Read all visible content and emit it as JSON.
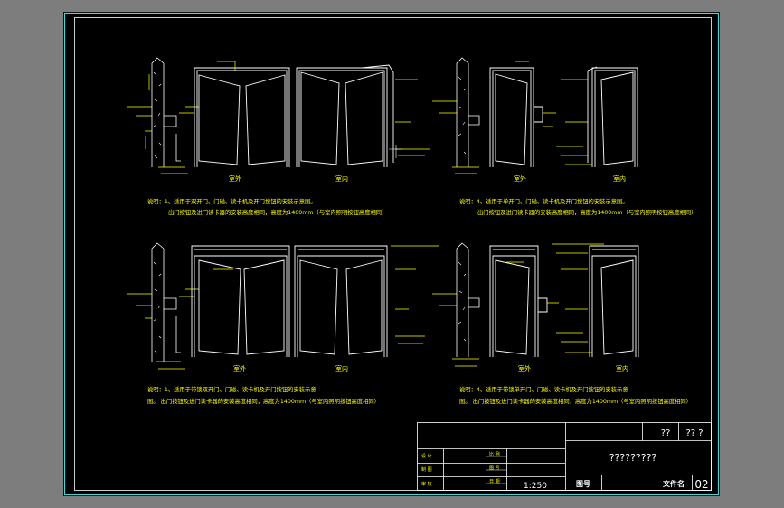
{
  "colors": {
    "background": "#7d7d7d",
    "sheet": "#000000",
    "border": "#48d4d4",
    "line": "#ffffff",
    "annotation": "#ffff00"
  },
  "panels": [
    {
      "id": "p1",
      "labels": [
        "室外",
        "室内"
      ],
      "note1": "说明：1、适用于双开门、门磁、读卡机及开门按钮的安装示意图。",
      "note2": "出门按钮及进门读卡器的安装高度相同，高度为1400mm（与室内照明按钮高度相同）"
    },
    {
      "id": "p2",
      "labels": [
        "室外",
        "室内"
      ],
      "note1": "说明：4、适用于单开门、门磁、读卡机及开门按钮的安装示意图。",
      "note2": "出门按钮及进门读卡器的安装高度相同，高度为1400mm（与室内照明按钮高度相同）"
    },
    {
      "id": "p3",
      "labels": [
        "室外",
        "室内"
      ],
      "note1": "说明：1、适用于带锁双开门、门磁、读卡机及开门按钮的安装示意",
      "note2": "图。  出门按钮及进门读卡器的安装高度相同，高度为1400mm（与室内照明按钮高度相同）"
    },
    {
      "id": "p4",
      "labels": [
        "室外",
        "室内"
      ],
      "note1": "说明：4、适用于带锁单开门、门磁、读卡机及开门按钮的安装示意",
      "note2": "图。  出门按钮及进门读卡器的安装高度相同，高度为1400mm（与室内照明按钮高度相同）"
    }
  ],
  "titleblock": {
    "top_cell_1": "??",
    "top_cell_2": "?? ?",
    "drawing_title": "?????????",
    "scale": "1:250",
    "drawing_number_label": "图号",
    "file_label": "文件名",
    "file_number": "02"
  }
}
